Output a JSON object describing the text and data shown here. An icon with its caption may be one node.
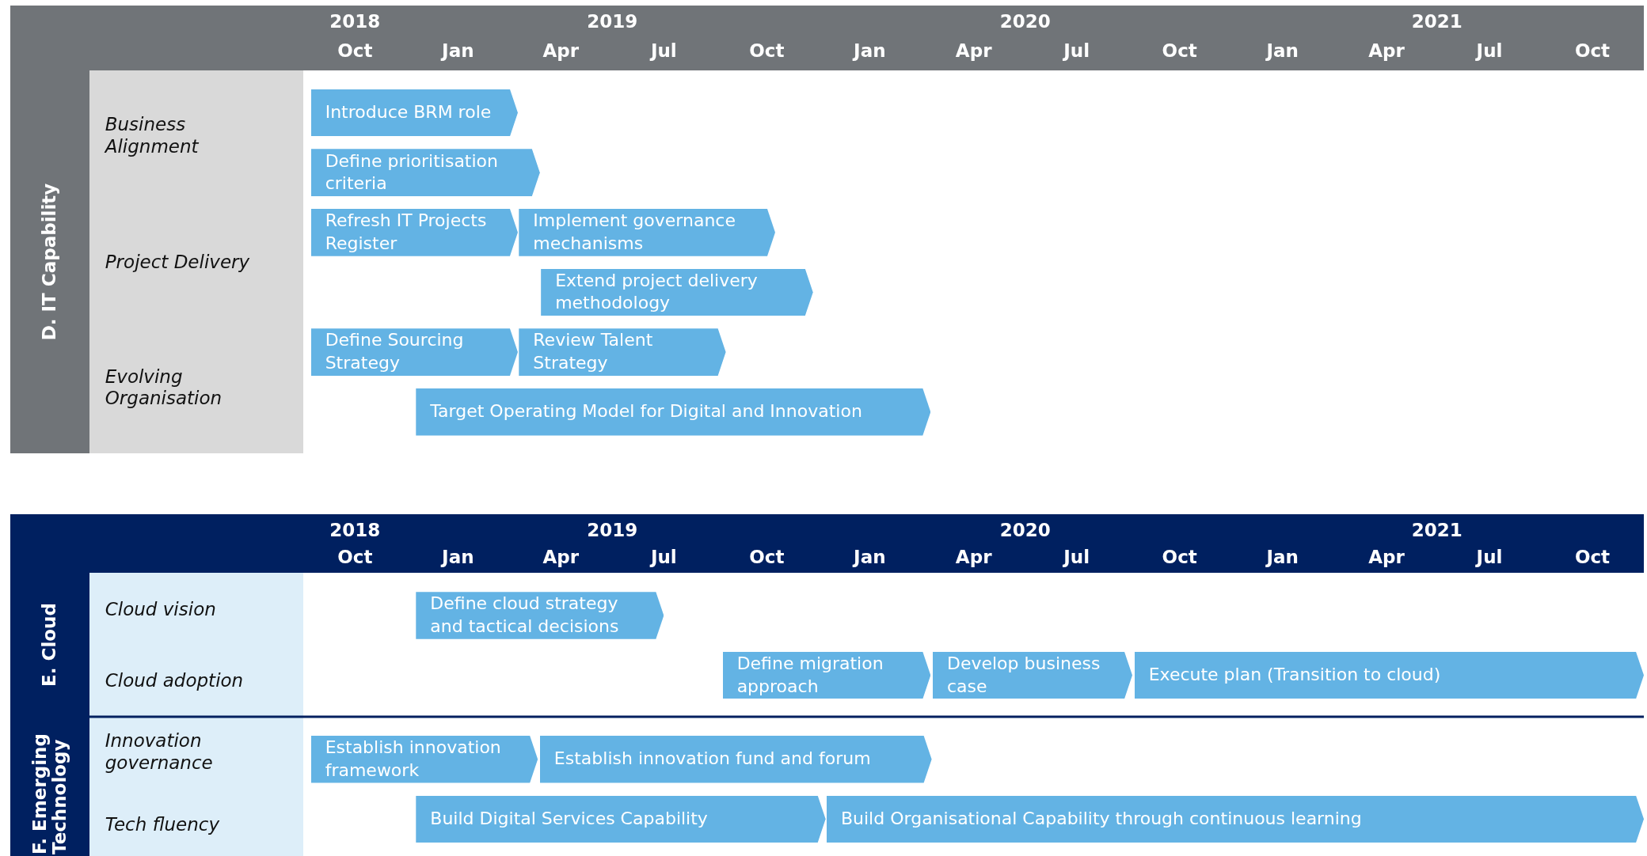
{
  "diagram": {
    "nodes": [
      {
        "text": [
          "2018",
          "2019",
          "2020",
          "2021",
          "Oct",
          "Jan",
          "Apr",
          "Jul",
          "Oct",
          "Jan",
          "Apr",
          "Jul",
          "Oct",
          "Jan",
          "Apr",
          "Jul",
          "Oct"
        ]
      },
      {
        "text": [
          "D. IT Capability"
        ]
      },
      {
        "text": [
          "Business Alignment",
          "Project Delivery",
          "Evolving Organisation"
        ]
      },
      {
        "text": [
          "Introduce BRM role"
        ]
      },
      {
        "text": [
          "Define prioritisation criteria"
        ]
      },
      {
        "text": [
          "Refresh IT Projects Register"
        ]
      },
      {
        "text": [
          "Implement governance mechanisms"
        ]
      },
      {
        "text": [
          "Extend project delivery methodology"
        ]
      },
      {
        "text": [
          "Define Sourcing Strategy"
        ]
      },
      {
        "text": [
          "Review Talent Strategy"
        ]
      },
      {
        "text": [
          "Target Operating Model for Digital and Innovation"
        ]
      },
      {
        "text": [
          "2018",
          "2019",
          "2020",
          "2021",
          "Oct",
          "Jan",
          "Apr",
          "Jul",
          "Oct",
          "Jan",
          "Apr",
          "Jul",
          "Oct",
          "Jan",
          "Apr",
          "Jul",
          "Oct"
        ]
      },
      {
        "text": [
          "E. Cloud"
        ]
      },
      {
        "text": [
          "F. Emerging Technology"
        ]
      },
      {
        "text": [
          "Cloud vision",
          "Cloud adoption",
          "Innovation governance",
          "Tech fluency"
        ]
      },
      {
        "text": [
          "Define cloud strategy and tactical decisions"
        ]
      },
      {
        "text": [
          "Define migration approach"
        ]
      },
      {
        "text": [
          "Develop business case"
        ]
      },
      {
        "text": [
          "Execute plan (Transition to cloud)"
        ]
      },
      {
        "text": [
          "Establish innovation framework"
        ]
      },
      {
        "text": [
          "Establish innovation fund and forum"
        ]
      },
      {
        "text": [
          "Build Digital Services Capability"
        ]
      },
      {
        "text": [
          "Build Organisational Capability through continuous learning"
        ]
      }
    ]
  }
}
